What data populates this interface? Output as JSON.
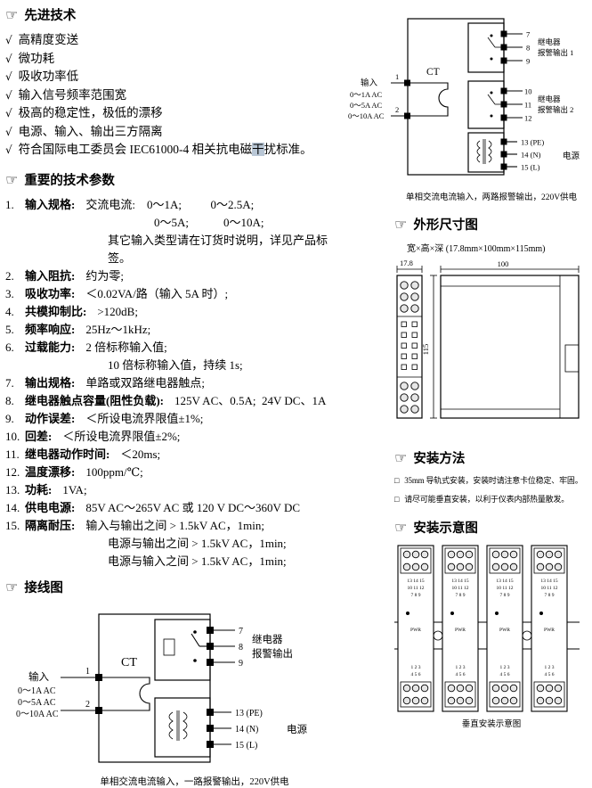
{
  "advanced": {
    "icon": "☞",
    "title": "先进技术",
    "check": "√",
    "items": [
      "高精度变送",
      "微功耗",
      "吸收功率低",
      "输入信号频率范围宽",
      "极高的稳定性，极低的漂移",
      "电源、输入、输出三方隔离"
    ],
    "last_item_pre": "符合国际电工委员会 IEC61000-4 相关抗电磁",
    "last_item_hl": "干",
    "last_item_post": "扰标准。"
  },
  "params": {
    "icon": "☞",
    "title": "重要的技术参数",
    "rows": [
      {
        "num": "1.",
        "label": "输入规格:",
        "lines": [
          "交流电流:    0～1A;          0～2.5A;",
          "0～5A;            0～10A;",
          "其它输入类型请在订货时说明，详见产品标签。"
        ]
      },
      {
        "num": "2.",
        "label": "输入阻抗:",
        "lines": [
          "约为零;"
        ]
      },
      {
        "num": "3.",
        "label": "吸收功率:",
        "lines": [
          "＜0.02VA/路（输入 5A 时）;"
        ]
      },
      {
        "num": "4.",
        "label": "共模抑制比:",
        "lines": [
          ">120dB;"
        ]
      },
      {
        "num": "5.",
        "label": "频率响应:",
        "lines": [
          "25Hz～1kHz;"
        ]
      },
      {
        "num": "6.",
        "label": "过载能力:",
        "lines": [
          "2 倍标称输入值;",
          "10 倍标称输入值，持续 1s;"
        ]
      },
      {
        "num": "7.",
        "label": "输出规格:",
        "lines": [
          "单路或双路继电器触点;"
        ]
      },
      {
        "num": "8.",
        "label": "继电器触点容量(阻性负载):",
        "lines": [
          "125V AC、0.5A;  24V DC、1A"
        ]
      },
      {
        "num": "9.",
        "label": "动作误差:",
        "lines": [
          "＜所设电流界限值±1%;"
        ]
      },
      {
        "num": "10.",
        "label": "回差:",
        "lines": [
          "＜所设电流界限值±2%;"
        ]
      },
      {
        "num": "11.",
        "label": "继电器动作时间:",
        "lines": [
          "＜20ms;"
        ]
      },
      {
        "num": "12.",
        "label": "温度漂移:",
        "lines": [
          "100ppm/℃;"
        ]
      },
      {
        "num": "13.",
        "label": "功耗:",
        "lines": [
          "1VA;"
        ]
      },
      {
        "num": "14.",
        "label": "供电电源:",
        "lines": [
          "85V AC～265V AC 或 120 V DC～360V DC"
        ]
      },
      {
        "num": "15.",
        "label": "隔离耐压:",
        "lines": [
          "输入与输出之间 > 1.5kV AC，1min;",
          "电源与输出之间 > 1.5kV AC，1min;",
          "电源与输入之间 > 1.5kV AC，1min;"
        ]
      }
    ]
  },
  "wiring_dual": {
    "input_label": "输入",
    "ranges": [
      "0～1A AC",
      "0～5A AC",
      "0～10A AC"
    ],
    "ct": "CT",
    "t1": "1",
    "t2": "2",
    "relay1_terminals": [
      "7",
      "8",
      "9"
    ],
    "relay1_label1": "继电器",
    "relay1_label2": "报警输出 1",
    "relay2_terminals": [
      "10",
      "11",
      "12"
    ],
    "relay2_label1": "继电器",
    "relay2_label2": "报警输出 2",
    "power_terminals": [
      "13 (PE)",
      "14 (N)",
      "15 (L)"
    ],
    "power_label": "电源",
    "caption": "单相交流电流输入，两路报警输出，220V供电"
  },
  "wiring_single": {
    "icon": "☞",
    "title": "接线图",
    "input_label": "输入",
    "ranges": [
      "0～1A AC",
      "0～5A AC",
      "0～10A AC"
    ],
    "ct": "CT",
    "t1": "1",
    "t2": "2",
    "relay_terminals": [
      "7",
      "8",
      "9"
    ],
    "relay_label1": "继电器",
    "relay_label2": "报警输出",
    "power_terminals": [
      "13 (PE)",
      "14 (N)",
      "15 (L)"
    ],
    "power_label": "电源",
    "caption": "单相交流电流输入，一路报警输出，220V供电"
  },
  "dimensions": {
    "icon": "☞",
    "title": "外形尺寸图",
    "subtitle": "宽×高×深 (17.8mm×100mm×115mm)",
    "dim_width": "17.8",
    "dim_depth": "100",
    "dim_height": "115"
  },
  "mounting": {
    "icon": "☞",
    "title": "安装方法",
    "bullet": "□",
    "items": [
      "35mm 导轨式安装，安装时请注意卡位稳定、牢固。",
      "请尽可能垂直安装，以利于仪表内部热量散发。"
    ]
  },
  "mounting_diagram": {
    "icon": "☞",
    "title": "安装示意图",
    "pwr": "PWR",
    "top_numbers": [
      "13 14 15",
      "10 11 12",
      "7 8 9"
    ],
    "bottom_numbers": [
      "1 2 3",
      "4 5 6"
    ],
    "caption": "垂直安装示意图"
  }
}
